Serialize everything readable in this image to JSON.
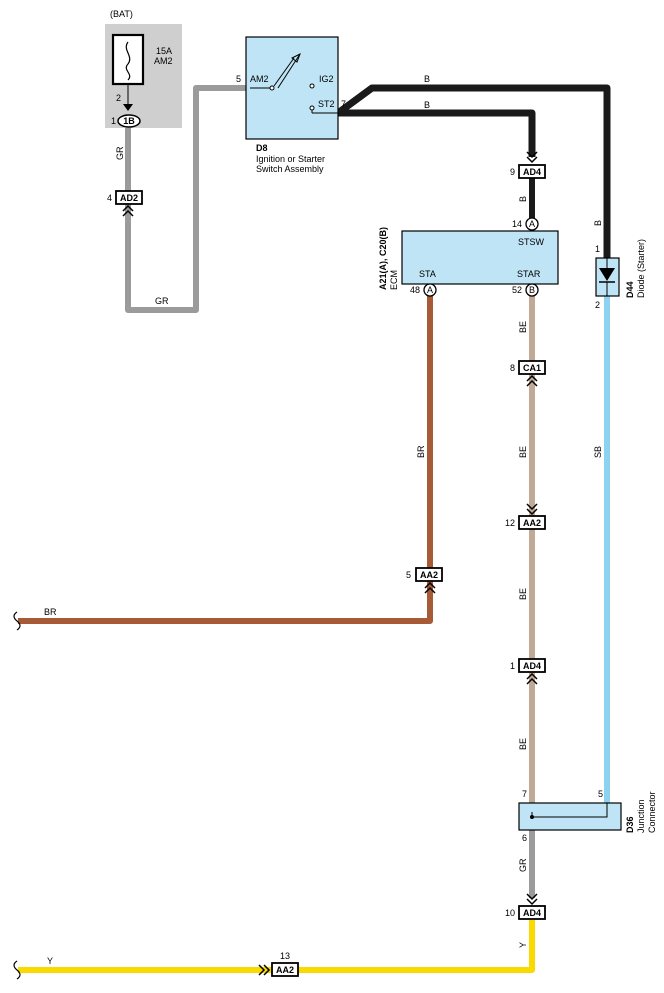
{
  "fuse": {
    "source": "(BAT)",
    "rating": "15A",
    "name": "AM2",
    "pin_top": "2",
    "pin_left": "1",
    "connector": "1B"
  },
  "switch": {
    "code": "D8",
    "title_line1": "Ignition or Starter",
    "title_line2": "Switch Assembly",
    "pin_am2": "5",
    "label_am2": "AM2",
    "label_ig2": "IG2",
    "label_st2": "ST2",
    "pin_st2": "7"
  },
  "ecm": {
    "code": "A21(A), C20(B)",
    "name": "ECM",
    "label_stsw": "STSW",
    "label_sta": "STA",
    "label_star": "STAR",
    "pin_stsw": "14",
    "conn_stsw": "A",
    "pin_sta": "48",
    "conn_sta": "A",
    "pin_star": "52",
    "conn_star": "B"
  },
  "diode": {
    "code": "D44",
    "name": "Diode (Starter)",
    "pin_top": "1",
    "pin_bottom": "2"
  },
  "junction": {
    "code": "D36",
    "name_line1": "Junction",
    "name_line2": "Connector",
    "pin_7": "7",
    "pin_5": "5",
    "pin_6": "6"
  },
  "connectors": {
    "ad2_left": {
      "pin": "4",
      "label": "AD2"
    },
    "ad4_top": {
      "pin": "9",
      "label": "AD4"
    },
    "ca1": {
      "pin": "8",
      "label": "CA1"
    },
    "aa2_mid": {
      "pin": "12",
      "label": "AA2"
    },
    "ad4_mid": {
      "pin": "1",
      "label": "AD4"
    },
    "aa2_br": {
      "pin": "5",
      "label": "AA2"
    },
    "ad4_bot": {
      "pin": "10",
      "label": "AD4"
    },
    "aa2_y": {
      "pin": "13",
      "label": "AA2"
    }
  },
  "wires": {
    "gr_left": "GR",
    "gr_bottom": "GR",
    "b_upper": "B",
    "b_lower": "B",
    "b_vert": "B",
    "b_right": "B",
    "be_1": "BE",
    "be_2": "BE",
    "be_3": "BE",
    "be_4": "BE",
    "br_vert": "BR",
    "br_horiz": "BR",
    "sb": "SB",
    "gr_j": "GR",
    "y_vert": "Y",
    "y_horiz": "Y"
  },
  "colors": {
    "gray": "#9b9b9b",
    "black": "#1a1a1a",
    "beige": "#c0aa96",
    "brown": "#a65a35",
    "skyblue": "#8ed2f2",
    "yellow": "#fad900",
    "component": "#bfe4f5",
    "fuse_bg": "#cfcfcf"
  }
}
